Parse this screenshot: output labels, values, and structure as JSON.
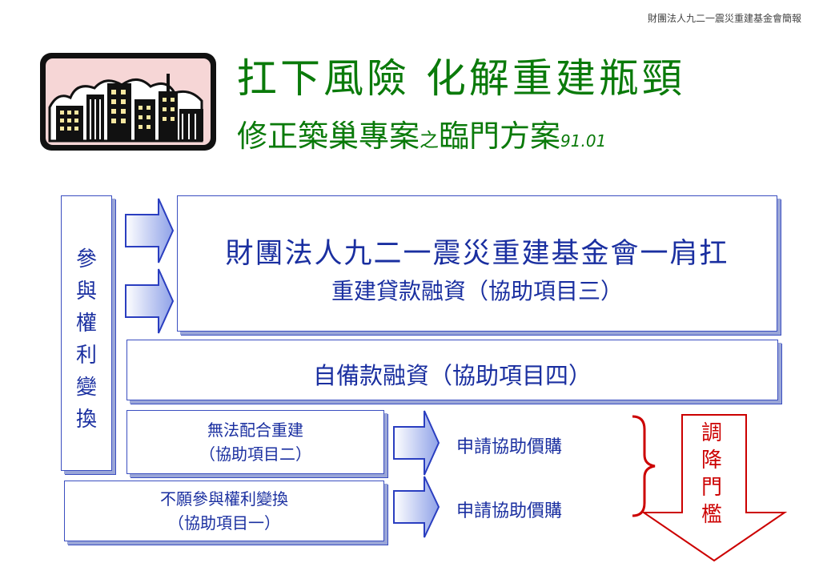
{
  "header": {
    "organization": "財團法人九二一震災重建基金會簡報",
    "title_line1": "扛下風險 化解重建瓶頸",
    "title_line2_part1": "修正築巢專案",
    "title_line2_small": "之",
    "title_line2_part2": "臨門方案",
    "title_line2_date": "91.01"
  },
  "left_box": {
    "chars": [
      "參",
      "與",
      "權",
      "利",
      "變",
      "換"
    ]
  },
  "main_box": {
    "line1": "財團法人九二一震災重建基金會一肩扛",
    "line2": "重建貸款融資（協助項目三）"
  },
  "self_box": {
    "text": "自備款融資（協助項目四）"
  },
  "box_item2": {
    "line1": "無法配合重建",
    "line2": "（協助項目二）"
  },
  "box_item1": {
    "line1": "不願參與權利變換",
    "line2": "（協助項目一）"
  },
  "apply_row1": "申請協助價購",
  "apply_row2": "申請協助價購",
  "lower_arrow": {
    "chars": [
      "調",
      "降",
      "門",
      "檻"
    ]
  },
  "colors": {
    "title": "#0a7a0a",
    "box_text": "#1a2fa0",
    "box_border": "#3a4ec0",
    "arrow_red": "#cc0000"
  }
}
